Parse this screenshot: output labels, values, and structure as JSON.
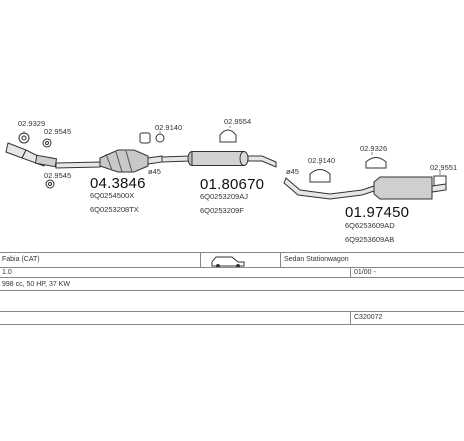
{
  "parts": {
    "small_refs": {
      "r1": "02.9329",
      "r2": "02.9545",
      "r3": "02.9545",
      "r4": "02.9140",
      "r5": "02.9554",
      "r6": "02.9326",
      "r7": "02.9140",
      "r8": "02.9551",
      "len1": "45",
      "len2": "45"
    },
    "front_pipe": {
      "number": "04.3846",
      "oem1": "6Q0254500X",
      "oem2": "6Q0253208TX"
    },
    "middle_silencer": {
      "number": "01.80670",
      "oem1": "6Q0253209AJ",
      "oem2": "6Q0253209F"
    },
    "rear_silencer": {
      "number": "01.97450",
      "oem1": "6Q6253609AD",
      "oem2": "6Q9253609AB"
    }
  },
  "table": {
    "model": "Fabia  (CAT)",
    "body": "Sedan Stationwagon",
    "engine": "1.0",
    "years": "01/00 -",
    "spec": "998 cc, 50 HP, 37 KW",
    "code": "C320072"
  },
  "colors": {
    "line": "#888888",
    "part": "#333333",
    "part_fill": "#d9d9d9"
  }
}
